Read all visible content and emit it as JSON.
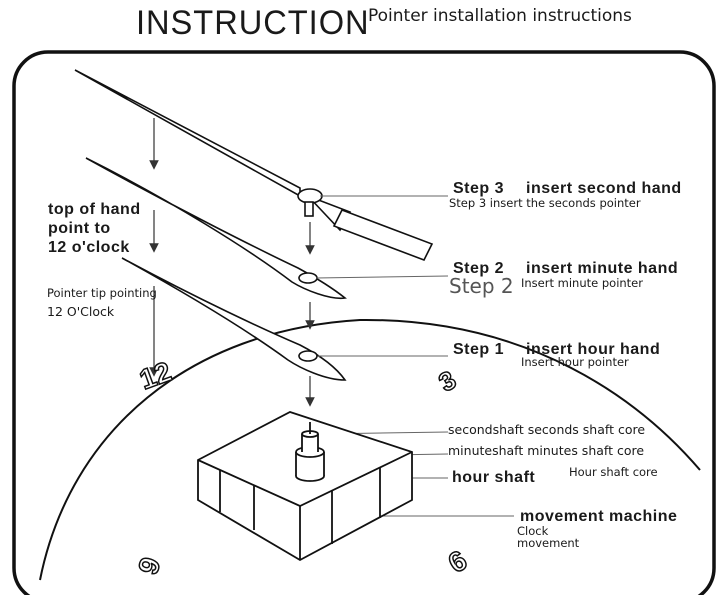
{
  "header": {
    "title": "INSTRUCTION",
    "subtitle": "Pointer installation instructions"
  },
  "left_notes": {
    "line1": "top of hand",
    "line2": "point to",
    "line3": "12 o'clock",
    "tr_line1": "Pointer tip pointing",
    "tr_line2": "12 O'Clock"
  },
  "steps": {
    "step3_label": "Step 3",
    "step3_action": "insert second hand",
    "step3_tr": "Step 3 insert the seconds pointer",
    "step2_label": "Step 2",
    "step2_action": "insert minute hand",
    "step2_echo": "Step 2",
    "step2_tr": "Insert minute pointer",
    "step1_label": "Step 1",
    "step1_action": "insert hour hand",
    "step1_tr": "Insert hour pointer"
  },
  "shafts": {
    "second": "secondshaft seconds shaft core",
    "minute": "minuteshaft minutes shaft core",
    "hour": "hour shaft",
    "hour_tr": "Hour shaft core",
    "movement": "movement  machine",
    "movement_tr1": "Clock",
    "movement_tr2": "movement"
  },
  "dial_numbers": {
    "n12": "12",
    "n3": "3",
    "n6": "6",
    "n9": "9"
  }
}
